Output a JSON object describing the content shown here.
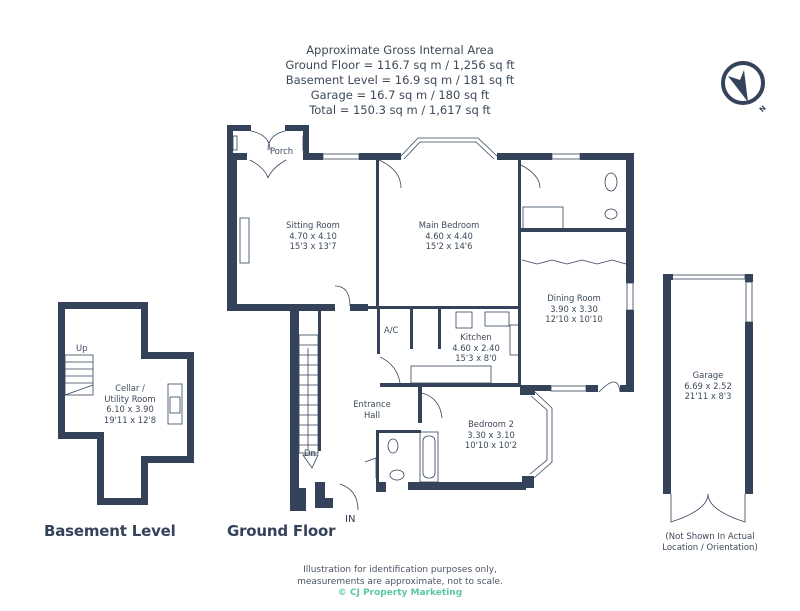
{
  "area_summary": {
    "heading": "Approximate Gross Internal Area",
    "lines": [
      "Ground Floor = 116.7 sq m / 1,256 sq ft",
      "Basement Level = 16.9 sq m / 181 sq ft",
      "Garage = 16.7 sq m / 180 sq ft",
      "Total = 150.3 sq m / 1,617 sq ft"
    ]
  },
  "compass": {
    "icon": "north-compass-icon",
    "label": "N"
  },
  "colors": {
    "wall": "#34435a",
    "text": "#3d4a59",
    "brand": "#5cc7a8",
    "background": "#ffffff"
  },
  "floors": {
    "basement": {
      "title": "Basement Level",
      "rooms": [
        {
          "name": "Cellar / Utility Room",
          "line1": "Cellar /",
          "line2": "Utility Room",
          "metric": "6.10 x 3.90",
          "imperial": "19'11 x 12'8"
        }
      ],
      "stairs_label": "Up"
    },
    "ground": {
      "title": "Ground Floor",
      "rooms": [
        {
          "name": "Porch"
        },
        {
          "name": "Sitting Room",
          "metric": "4.70 x 4.10",
          "imperial": "15'3 x 13'7"
        },
        {
          "name": "Main Bedroom",
          "metric": "4.60 x 4.40",
          "imperial": "15'2 x 14'6"
        },
        {
          "name": "Dining Room",
          "metric": "3.90 x 3.30",
          "imperial": "12'10 x 10'10"
        },
        {
          "name": "Kitchen",
          "metric": "4.60 x 2.40",
          "imperial": "15'3 x 8'0"
        },
        {
          "name": "A/C"
        },
        {
          "name": "Entrance Hall",
          "line1": "Entrance",
          "line2": "Hall"
        },
        {
          "name": "Bedroom 2",
          "metric": "3.30 x 3.10",
          "imperial": "10'10 x 10'2"
        }
      ],
      "stairs_label": "Dn",
      "entrance_label": "IN"
    },
    "garage": {
      "name": "Garage",
      "metric": "6.69 x 2.52",
      "imperial": "21'11 x 8'3",
      "note_line1": "(Not Shown In Actual",
      "note_line2": "Location / Orientation)"
    }
  },
  "disclaimer": {
    "line1": "Illustration for identification purposes only,",
    "line2": "measurements are approximate, not to scale.",
    "brand": "© CJ Property Marketing"
  }
}
